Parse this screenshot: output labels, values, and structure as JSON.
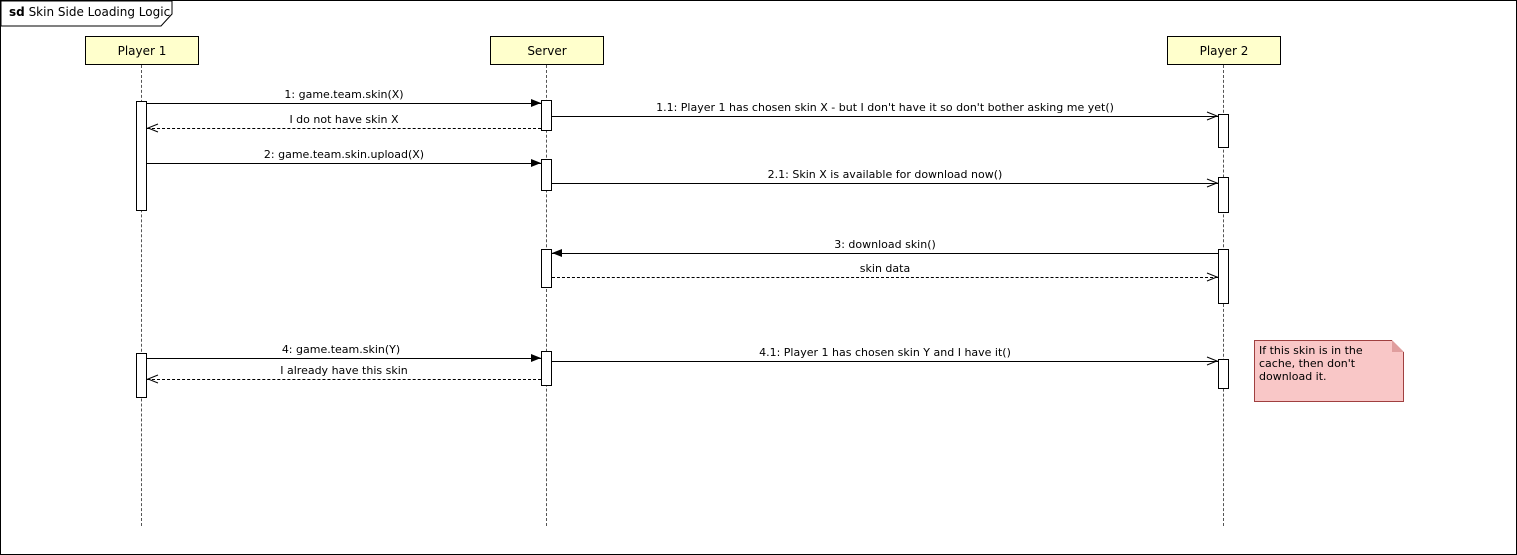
{
  "frame": {
    "keyword": "sd",
    "title": "Skin Side Loading Logic"
  },
  "lifelines": [
    {
      "name": "Player 1"
    },
    {
      "name": "Server"
    },
    {
      "name": "Player 2"
    }
  ],
  "messages": {
    "m1": {
      "label": "1: game.team.skin(X)"
    },
    "m1_1": {
      "label": "1.1: Player 1 has chosen skin X - but I don't have it so don't bother asking me yet()"
    },
    "m1_ret": {
      "label": "I do not have skin X"
    },
    "m2": {
      "label": "2: game.team.skin.upload(X)"
    },
    "m2_1": {
      "label": "2.1: Skin X is available for download now()"
    },
    "m3": {
      "label": "3: download skin()"
    },
    "m3_ret": {
      "label": "skin data"
    },
    "m4": {
      "label": "4: game.team.skin(Y)"
    },
    "m4_1": {
      "label": "4.1: Player 1 has chosen skin Y and I have it()"
    },
    "m4_ret": {
      "label": "I already have this skin"
    }
  },
  "note": {
    "text": "If this skin is in the cache, then don't download it."
  },
  "colors": {
    "lifeline_head_fill": "#ffffcc",
    "note_fill": "#f9c7c7"
  }
}
